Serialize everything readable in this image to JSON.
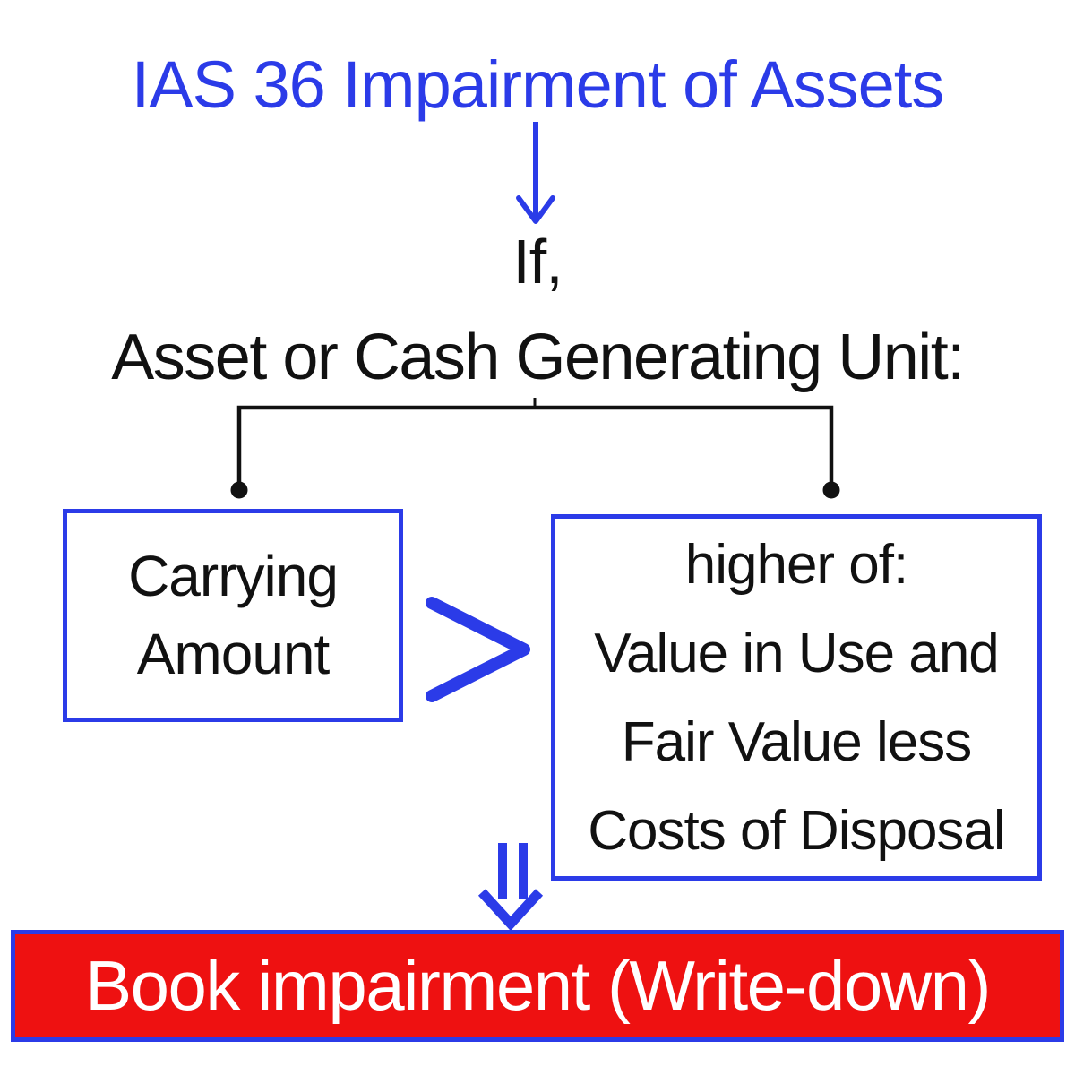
{
  "colors": {
    "accent_blue": "#2B3BE8",
    "alert_red": "#EE1111",
    "text_black": "#111111",
    "result_text_white": "#FFFFFF",
    "background": "#FFFFFF"
  },
  "title": "IAS 36 Impairment of Assets",
  "condition": {
    "intro": "If,",
    "subject": "Asset or Cash Generating Unit:"
  },
  "comparison": {
    "left_box": {
      "lines": [
        "Carrying",
        "Amount"
      ]
    },
    "operator": ">",
    "right_box": {
      "lines": [
        "higher of:",
        "Value in Use and",
        "Fair Value less",
        "Costs of Disposal"
      ]
    }
  },
  "result": {
    "label": "Book impairment (Write-down)"
  },
  "icons": {
    "title_arrow": "down-arrow",
    "comparison_operator": "greater-than",
    "result_arrow": "double-down-arrow",
    "branch": "branch-connector-with-end-dots"
  }
}
